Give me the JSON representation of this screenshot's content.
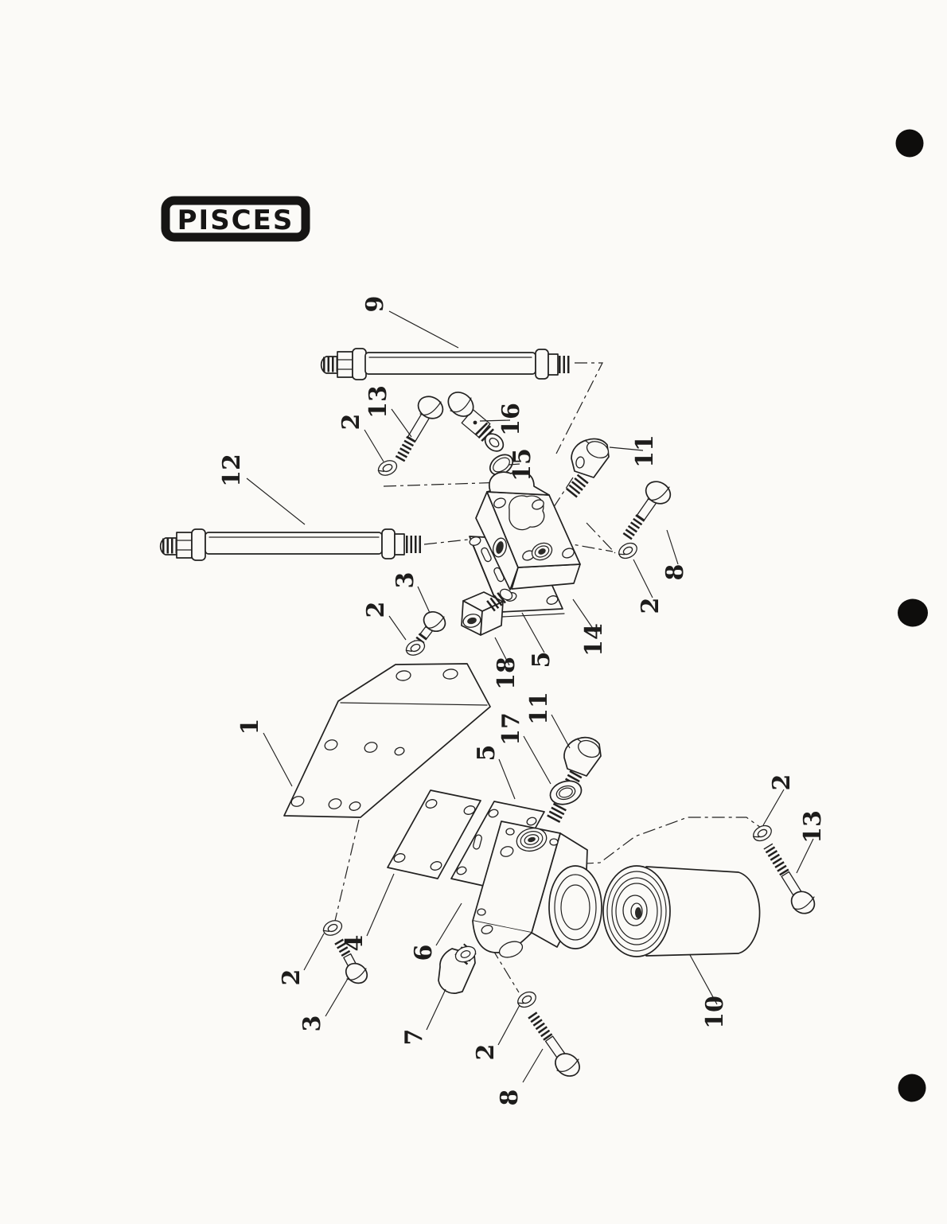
{
  "page": {
    "kind": "scanned-parts-catalog-page",
    "background": "#fbfaf7",
    "ink": "#222120"
  },
  "logo": {
    "text": "PISCES"
  },
  "figure": {
    "type": "exploded-parts-diagram",
    "callout_numbers_visible": [
      "1",
      "2",
      "3",
      "4",
      "5",
      "6",
      "7",
      "8",
      "9",
      "10",
      "11",
      "12",
      "13",
      "14",
      "15",
      "16",
      "17",
      "18"
    ]
  },
  "diagram": {
    "labels": [
      {
        "text": "9"
      },
      {
        "text": "13"
      },
      {
        "text": "2"
      },
      {
        "text": "16"
      },
      {
        "text": "15"
      },
      {
        "text": "11"
      },
      {
        "text": "12"
      },
      {
        "text": "8"
      },
      {
        "text": "2"
      },
      {
        "text": "14"
      },
      {
        "text": "5"
      },
      {
        "text": "18"
      },
      {
        "text": "3"
      },
      {
        "text": "2"
      },
      {
        "text": "1"
      },
      {
        "text": "11"
      },
      {
        "text": "17"
      },
      {
        "text": "5"
      },
      {
        "text": "4"
      },
      {
        "text": "6"
      },
      {
        "text": "2"
      },
      {
        "text": "3"
      },
      {
        "text": "7"
      },
      {
        "text": "2"
      },
      {
        "text": "8"
      },
      {
        "text": "10"
      },
      {
        "text": "2"
      },
      {
        "text": "13"
      }
    ]
  },
  "punch_marks": {
    "count": 3
  }
}
